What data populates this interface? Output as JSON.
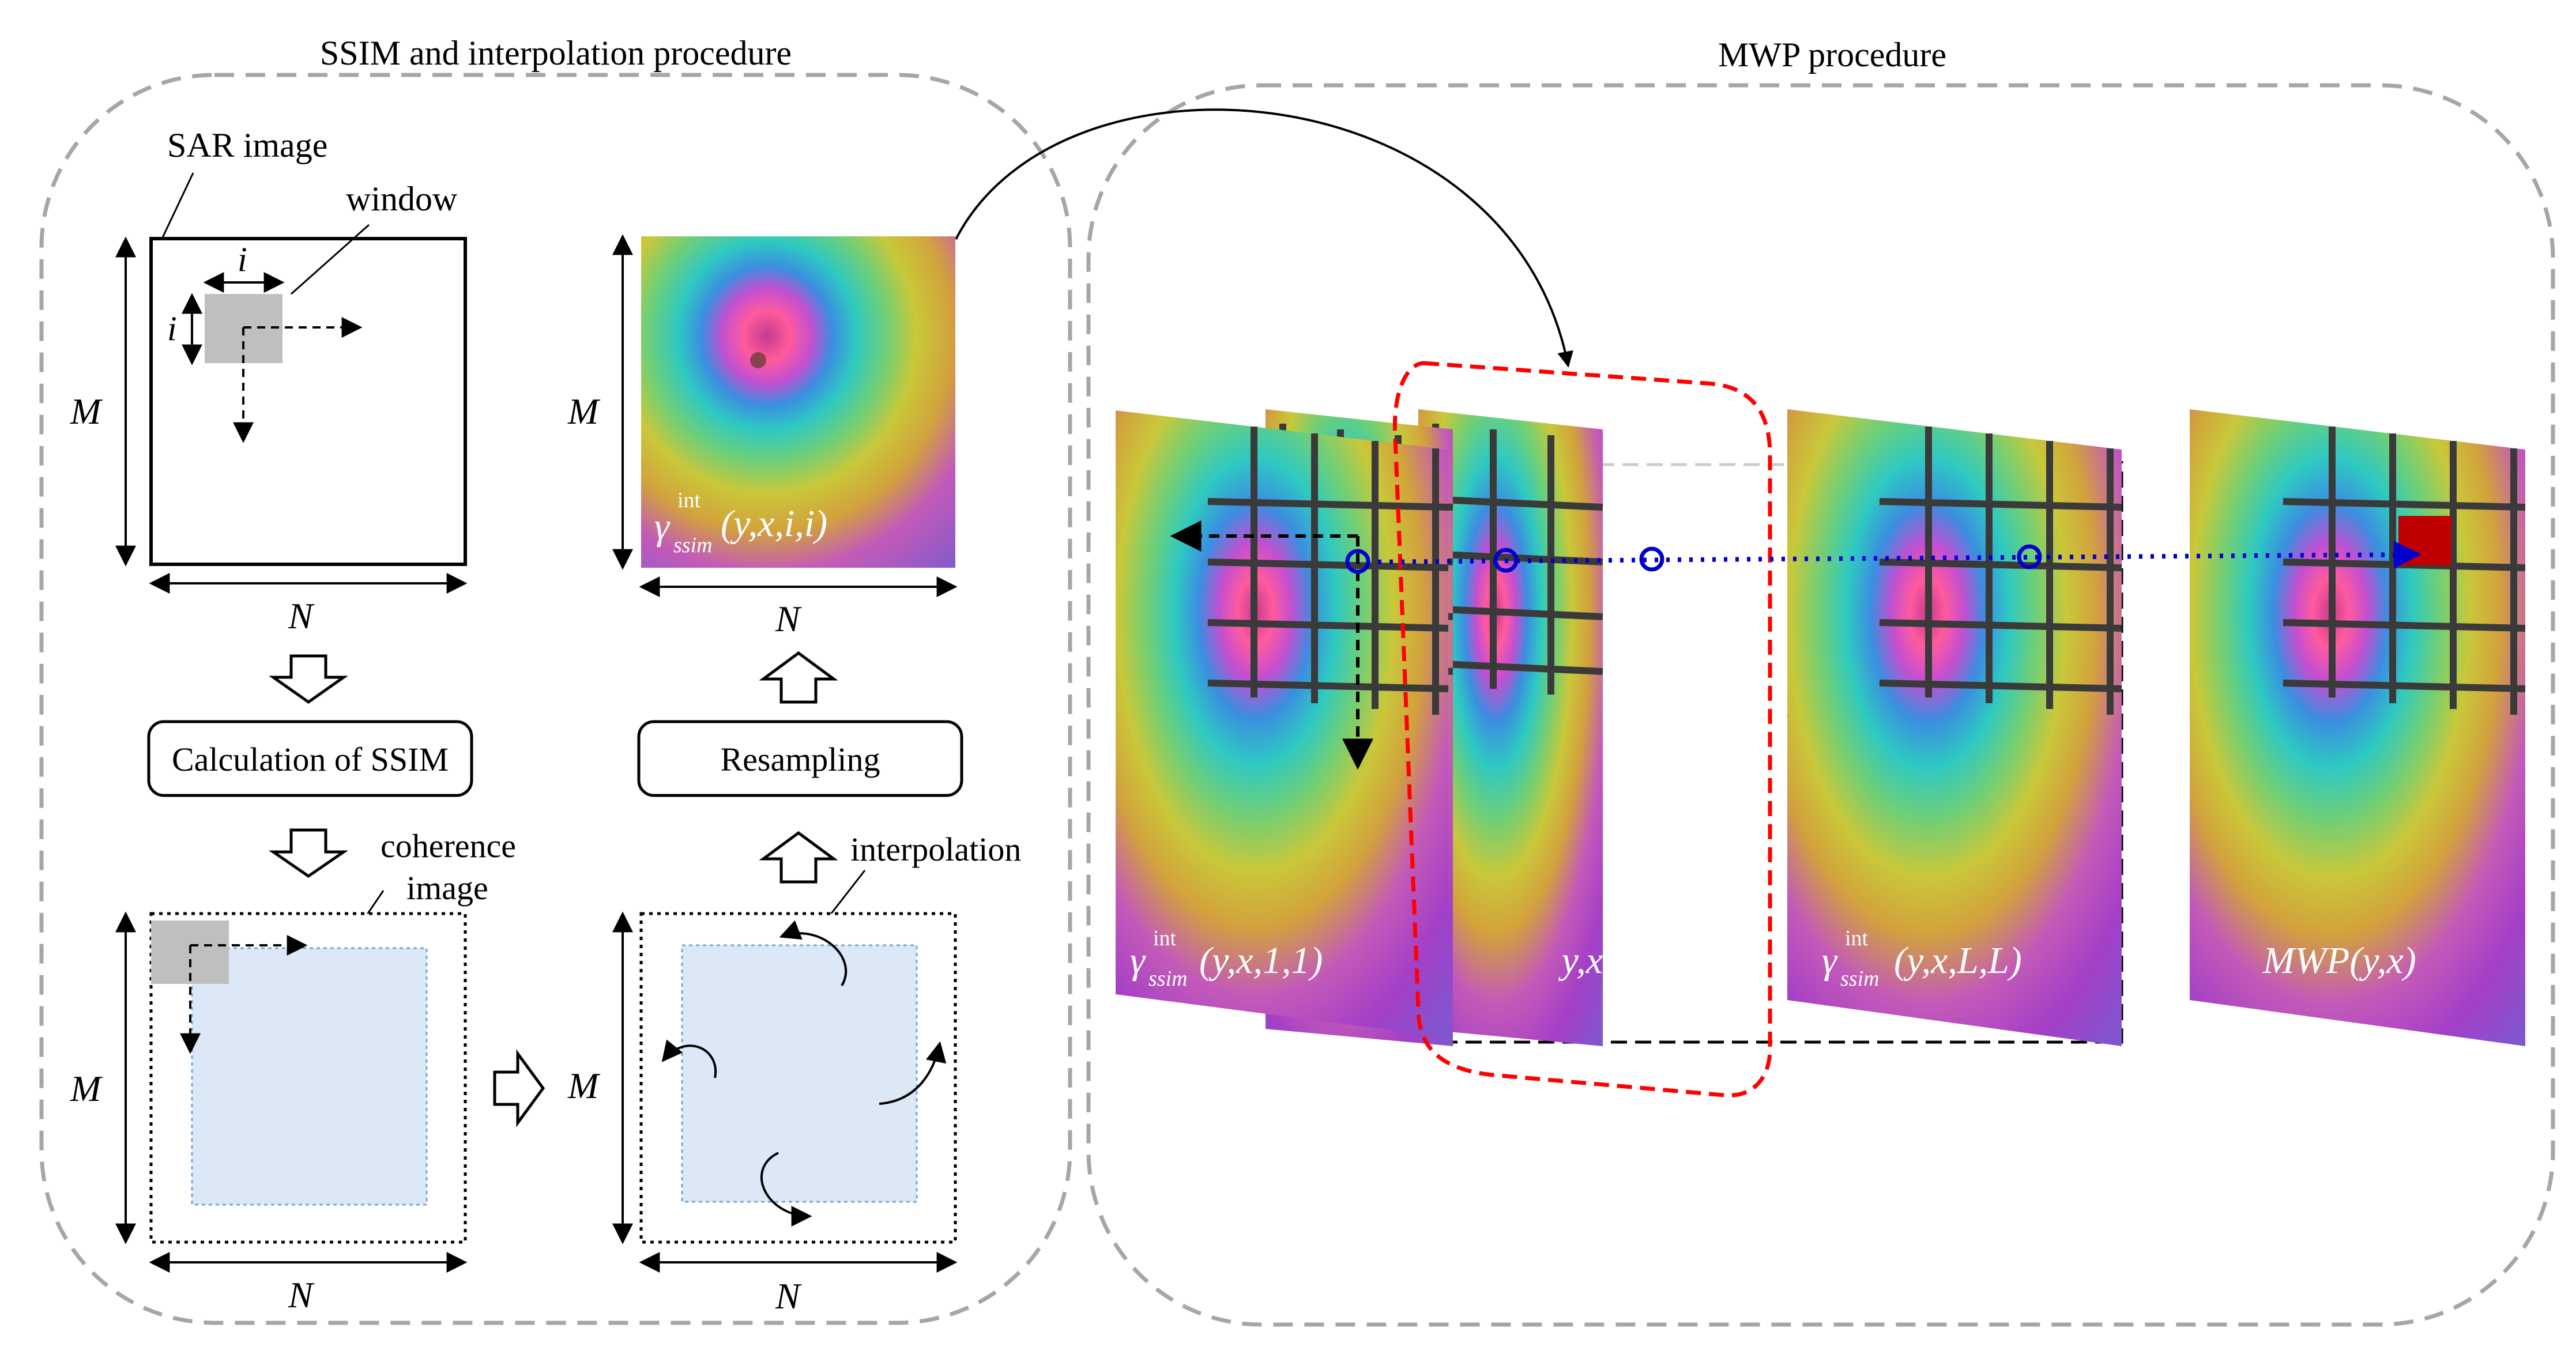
{
  "panels": {
    "left_title": "SSIM and interpolation procedure",
    "right_title": "MWP procedure"
  },
  "labels": {
    "sar_image": "SAR image",
    "window": "window",
    "window_size": "i",
    "M": "M",
    "N": "N",
    "calc_ssim": "Calculation of SSIM",
    "resampling": "Resampling",
    "coherence_image": "coherence\nimage",
    "interpolation": "interpolation",
    "ellipsis": "• • •"
  },
  "formulas": {
    "gamma": "γ",
    "sup": "int",
    "sub": "ssim",
    "args_resampled": "(y,x,i,i)",
    "args_first": "(y,x,1,1)",
    "args_i": "y,x,i,i)",
    "args_L": "(y,x,L,L)",
    "mwp": "MWP(y,x)"
  },
  "colors": {
    "panel_border": "#a6a6a6",
    "red_dashed": "#ff0000",
    "blue_dotted": "#0000cc",
    "grid_line": "#3a3a3a",
    "light_blue_fill": "#dce8f5",
    "window_gray": "#bfbfbf",
    "selected_cell": "#c00000"
  }
}
